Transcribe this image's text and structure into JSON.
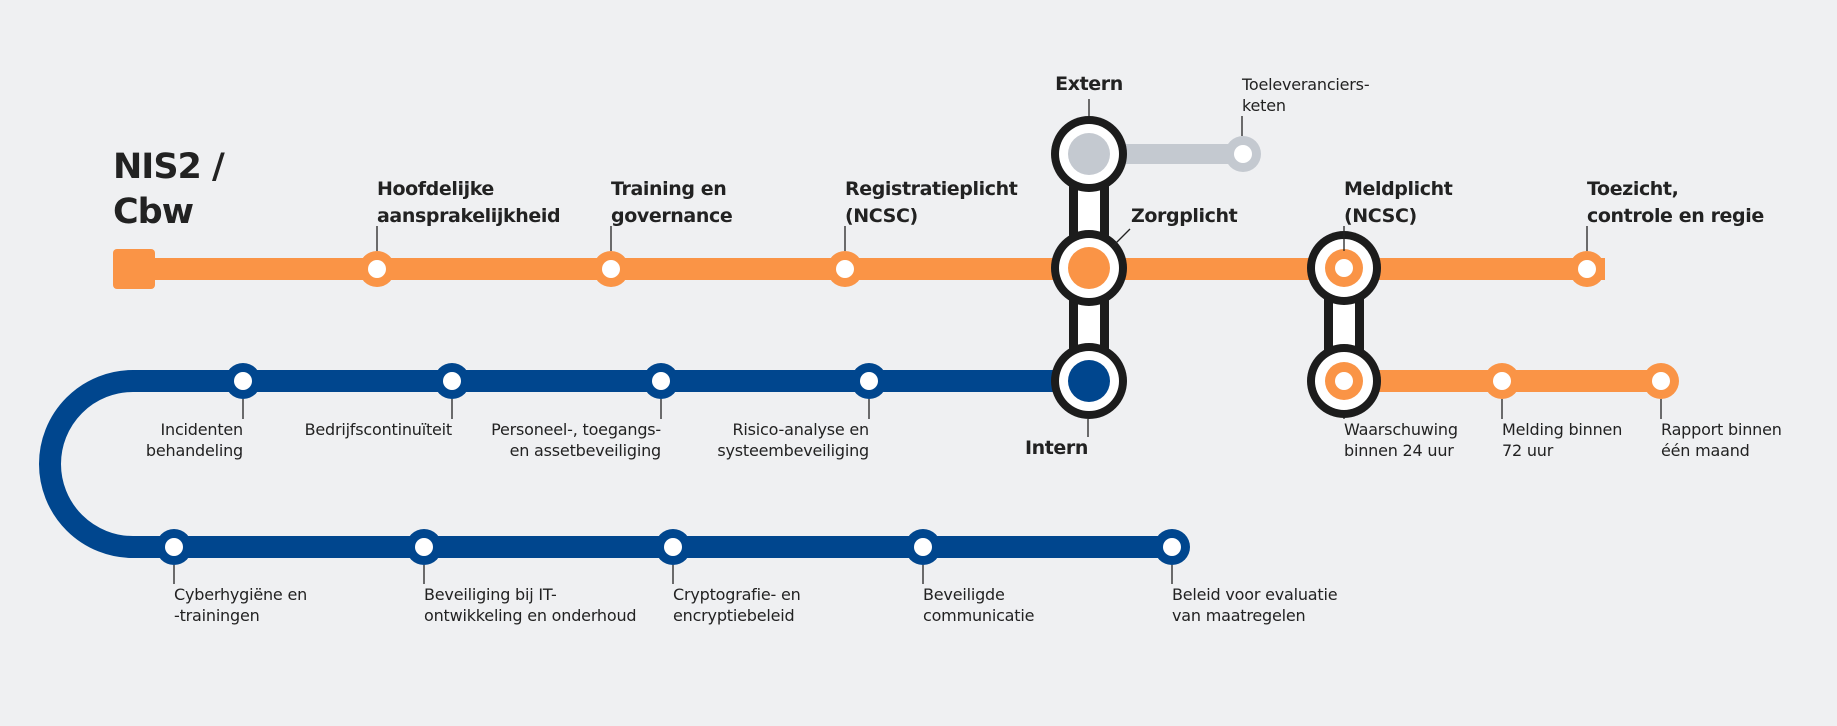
{
  "title": {
    "line1": "NIS2 /",
    "line2": "Cbw"
  },
  "colors": {
    "orange": "#fa9446",
    "blue": "#00468e",
    "grey": "#c4c9d0",
    "outline": "#1c1c1c",
    "background": "#eff0f2",
    "text": "#222222"
  },
  "top_line": {
    "color": "orange",
    "stations": [
      {
        "lines": [
          "Hoofdelijke",
          "aansprakelijkheid"
        ]
      },
      {
        "lines": [
          "Training en",
          "governance"
        ]
      },
      {
        "lines": [
          "Registratieplicht",
          "(NCSC)"
        ]
      },
      {
        "lines": [
          "Meldplicht",
          "(NCSC)"
        ]
      },
      {
        "lines": [
          "Toezicht,",
          "controle en regie"
        ]
      }
    ]
  },
  "hub": {
    "extern": {
      "label": "Extern",
      "branch_lines": [
        "Toeleveranciers-",
        "keten"
      ]
    },
    "zorgplicht": {
      "label": "Zorgplicht"
    },
    "intern": {
      "label": "Intern"
    }
  },
  "blue_line": {
    "row1": [
      {
        "lines": [
          "Incidenten",
          "behandeling"
        ]
      },
      {
        "lines": [
          "Bedrijfscontinuïteit"
        ]
      },
      {
        "lines": [
          "Personeel-, toegangs-",
          "en assetbeveiliging"
        ]
      },
      {
        "lines": [
          "Risico-analyse en",
          "systeembeveiliging"
        ]
      }
    ],
    "row2": [
      {
        "lines": [
          "Cyberhygiëne en",
          "-trainingen"
        ]
      },
      {
        "lines": [
          "Beveiliging bij IT-",
          "ontwikkeling en onderhoud"
        ]
      },
      {
        "lines": [
          "Cryptografie- en",
          "encryptiebeleid"
        ]
      },
      {
        "lines": [
          "Beveiligde",
          "communicatie"
        ]
      },
      {
        "lines": [
          "Beleid voor evaluatie",
          "van maatregelen"
        ]
      }
    ]
  },
  "report_line": {
    "stations": [
      {
        "lines": [
          "Waarschuwing",
          "binnen 24 uur"
        ]
      },
      {
        "lines": [
          "Melding binnen",
          "72 uur"
        ]
      },
      {
        "lines": [
          "Rapport binnen",
          "één maand"
        ]
      }
    ]
  }
}
